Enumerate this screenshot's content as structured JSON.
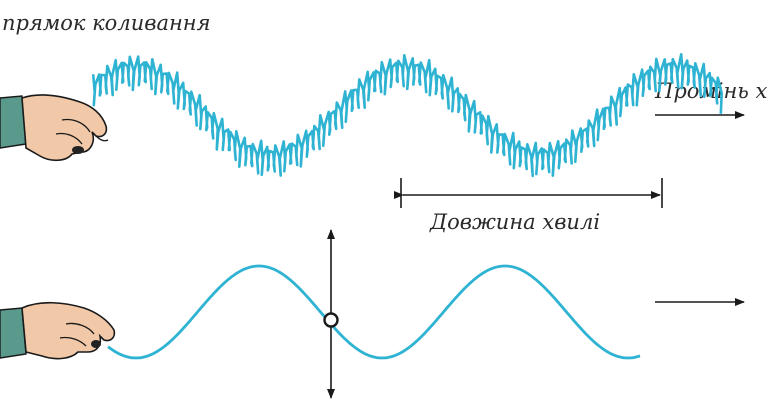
{
  "labels": {
    "direction": "прямок коливання",
    "ray": "Промінь х",
    "wavelength": "Довжина хвилі"
  },
  "colors": {
    "wave": "#2fb3d3",
    "ink": "#1a1a1a",
    "skin": "#f2c9a8",
    "sleeve": "#5a9a8c"
  },
  "icons": [
    "hand-icon",
    "arrow-right-icon",
    "double-arrow-icon"
  ]
}
